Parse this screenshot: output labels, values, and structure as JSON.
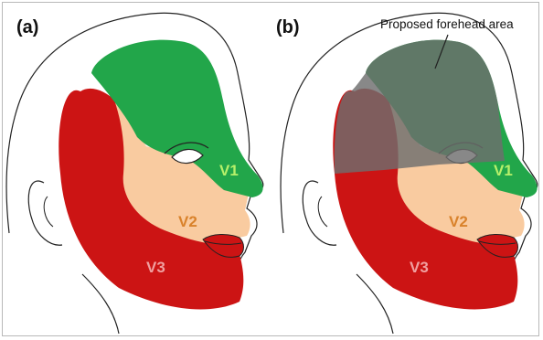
{
  "panels": [
    {
      "label": "(a)",
      "regions": {
        "v1": "V1",
        "v2": "V2",
        "v3": "V3"
      }
    },
    {
      "label": "(b)",
      "regions": {
        "v1": "V1",
        "v2": "V2",
        "v3": "V3"
      },
      "annotation": "Proposed forehead area"
    }
  ],
  "colors": {
    "v1": "#22a64a",
    "v1_label": "#b6f06a",
    "v2": "#f9cba0",
    "v2_label": "#d9822b",
    "v3": "#cc1414",
    "v3_label": "#f0a0a0",
    "overlay": "#6e6e6e",
    "outline": "#222222"
  }
}
